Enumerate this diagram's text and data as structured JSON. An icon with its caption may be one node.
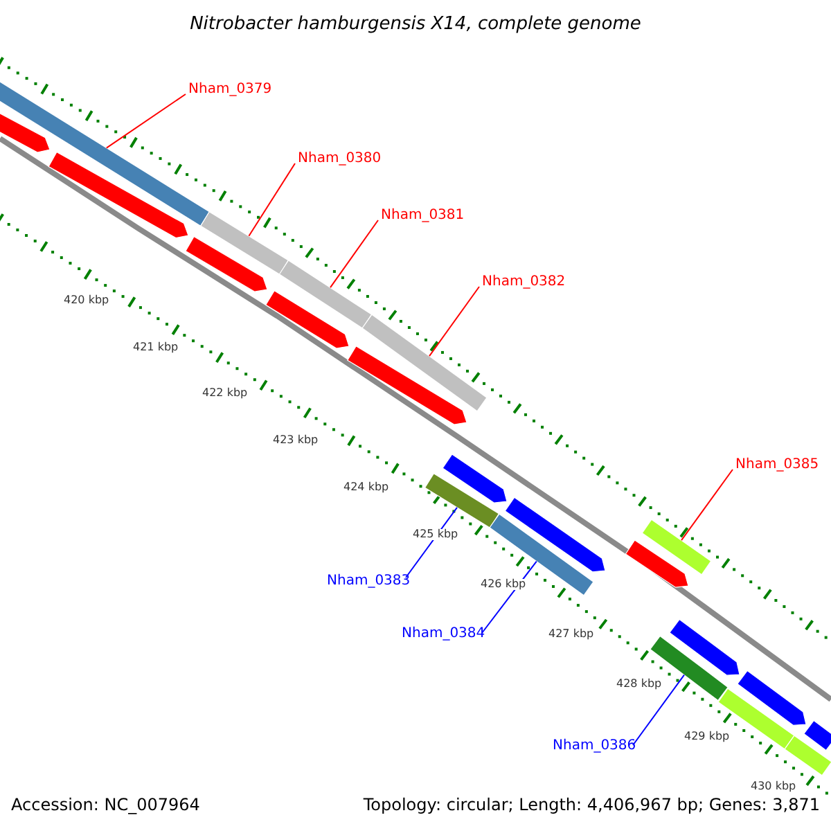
{
  "diagram": {
    "title": "Nitrobacter hamburgensis X14, complete genome",
    "nodes": [
      {
        "text": [
          "Nham_0379"
        ]
      },
      {
        "text": [
          "Nham_0380"
        ]
      },
      {
        "text": [
          "Nham_0381"
        ]
      },
      {
        "text": [
          "Nham_0382"
        ]
      },
      {
        "text": [
          "Nham_0385"
        ]
      },
      {
        "text": [
          "Nham_0383"
        ]
      },
      {
        "text": [
          "Nham_0384"
        ]
      },
      {
        "text": [
          "Nham_0386"
        ]
      },
      {
        "text": [],
        "shape": "bar"
      },
      {
        "text": [],
        "shape": "bar"
      },
      {
        "text": [],
        "shape": "bar"
      },
      {
        "text": [],
        "shape": "bar"
      },
      {
        "text": [],
        "shape": "bar"
      },
      {
        "text": [],
        "shape": "bar"
      },
      {
        "text": [],
        "shape": "bar"
      },
      {
        "text": [],
        "shape": "bar"
      },
      {
        "text": [],
        "shape": "bar"
      },
      {
        "text": [],
        "shape": "bar"
      },
      {
        "text": [],
        "shape": "bar"
      },
      {
        "text": [],
        "shape": "bar"
      },
      {
        "text": [],
        "shape": "bar"
      },
      {
        "text": [],
        "shape": "bar"
      },
      {
        "text": [],
        "shape": "bar"
      },
      {
        "text": [],
        "shape": "bar"
      },
      {
        "text": [],
        "shape": "bar"
      },
      {
        "text": [],
        "shape": "bar"
      },
      {
        "text": [],
        "shape": "bar"
      },
      {
        "text": [],
        "shape": "bar"
      },
      {
        "text": [],
        "shape": "bar"
      }
    ],
    "edges": [
      {
        "from": 0,
        "to": 8,
        "arrow": "none"
      },
      {
        "from": 1,
        "to": 9,
        "arrow": "none"
      },
      {
        "from": 2,
        "to": 10,
        "arrow": "none"
      },
      {
        "from": 3,
        "to": 11,
        "arrow": "none"
      },
      {
        "from": 4,
        "to": 12,
        "arrow": "none"
      },
      {
        "from": 5,
        "to": 13,
        "arrow": "none",
        "color": "#0000ff"
      },
      {
        "from": 6,
        "to": 14,
        "arrow": "none",
        "color": "#0000ff"
      },
      {
        "from": 7,
        "to": 15,
        "arrow": "none",
        "color": "#0000ff"
      }
    ],
    "labels": [
      "420 kbp",
      "421 kbp",
      "422 kbp",
      "423 kbp",
      "424 kbp",
      "425 kbp",
      "426 kbp",
      "427 kbp",
      "428 kbp",
      "429 kbp",
      "430 kbp",
      "Accession: NC_007964",
      "Topology: circular; Length: 4,406,967 bp; Genes: 3,871"
    ]
  }
}
